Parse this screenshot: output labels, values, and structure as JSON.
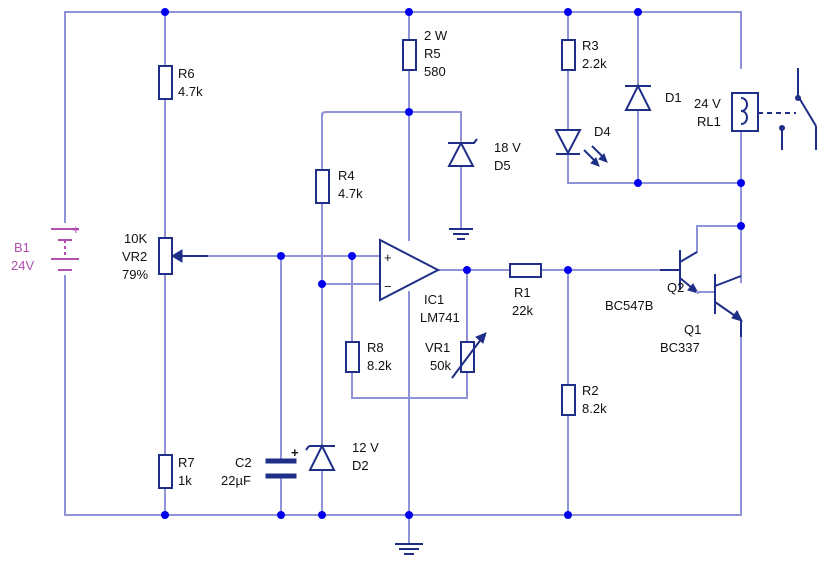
{
  "colors": {
    "wire": "#8f94d6",
    "component": "#1f2e86",
    "junction": "#0000ee",
    "battery": "#b04fb0",
    "text": "#111111"
  },
  "components": {
    "b1": {
      "ref": "B1",
      "value": "24V"
    },
    "r6": {
      "ref": "R6",
      "value": "4.7k"
    },
    "vr2": {
      "value": "10K",
      "ref": "VR2",
      "setting": "79%"
    },
    "r7": {
      "ref": "R7",
      "value": "1k"
    },
    "c2": {
      "ref": "C2",
      "value": "22µF"
    },
    "d2": {
      "value": "12 V",
      "ref": "D2"
    },
    "r4": {
      "ref": "R4",
      "value": "4.7k"
    },
    "r8": {
      "ref": "R8",
      "value": "8.2k"
    },
    "r5": {
      "power": "2 W",
      "ref": "R5",
      "value": "580"
    },
    "d5": {
      "value": "18 V",
      "ref": "D5"
    },
    "ic1": {
      "ref": "IC1",
      "value": "LM741"
    },
    "vr1": {
      "ref": "VR1",
      "value": "50k"
    },
    "r1": {
      "ref": "R1",
      "value": "22k"
    },
    "r2": {
      "ref": "R2",
      "value": "8.2k"
    },
    "r3": {
      "ref": "R3",
      "value": "2.2k"
    },
    "d4": {
      "ref": "D4"
    },
    "d1": {
      "ref": "D1"
    },
    "rl1": {
      "value": "24 V",
      "ref": "RL1"
    },
    "q2": {
      "ref": "Q2",
      "value": "BC547B"
    },
    "q1": {
      "ref": "Q1",
      "value": "BC337"
    }
  },
  "opamp_pins": {
    "plus": "+",
    "minus": "−"
  },
  "polarity": {
    "battery": "+",
    "capacitor": "+"
  }
}
